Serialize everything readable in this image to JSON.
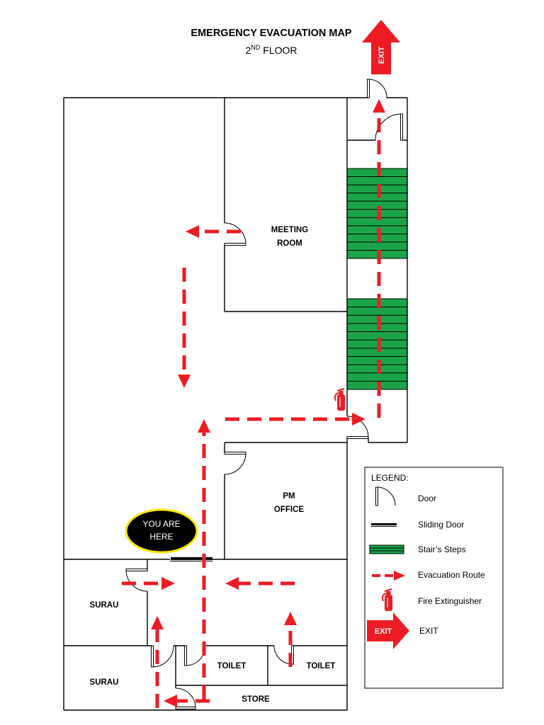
{
  "title": "EMERGENCY EVACUATION MAP",
  "floor": {
    "number": "2",
    "suffix": "ND",
    "word": "FLOOR"
  },
  "exit_sign": "EXIT",
  "rooms": {
    "meeting_room": [
      "MEETING",
      "ROOM"
    ],
    "pm_office": [
      "PM",
      "OFFICE"
    ],
    "surau_upper": "SURAU",
    "surau_lower": "SURAU",
    "toilet_left": "TOILET",
    "toilet_right": "TOILET",
    "store": "STORE"
  },
  "you_are_here": [
    "YOU ARE",
    "HERE"
  ],
  "legend": {
    "title": "LEGEND:",
    "items": [
      {
        "icon": "door-icon",
        "label": "Door"
      },
      {
        "icon": "sliding-door-icon",
        "label": "Sliding Door"
      },
      {
        "icon": "stair-steps-icon",
        "label": "Stair’s Steps"
      },
      {
        "icon": "evacuation-route-icon",
        "label": "Evacuation Route"
      },
      {
        "icon": "fire-extinguisher-icon",
        "label": "Fire Extinguisher"
      },
      {
        "icon": "exit-arrow-icon",
        "label": "EXIT",
        "icon_text": "EXIT"
      }
    ]
  },
  "colors": {
    "route": "#ed1c24",
    "stairs": "#1aa34a",
    "marker": "#000000",
    "marker_border": "#ffe600"
  }
}
